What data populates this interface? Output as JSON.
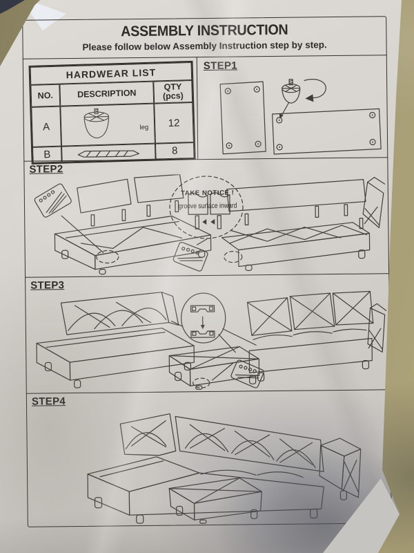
{
  "doc": {
    "title": "ASSEMBLY INSTRUCTION",
    "subtitle": "Please follow below Assembly Instruction step by step."
  },
  "hardware": {
    "title": "HARDWEAR LIST",
    "col_no": "NO.",
    "col_description": "DESCRIPTION",
    "col_qty_line1": "QTY",
    "col_qty_line2": "(pcs)",
    "rows": [
      {
        "no": "A",
        "item_label": "leg",
        "qty": "12",
        "icon": "sofa-leg-icon"
      },
      {
        "no": "B",
        "item_label": "",
        "qty": "8",
        "icon": "bolt-icon"
      }
    ]
  },
  "steps": {
    "step1": {
      "label": "STEP1"
    },
    "step2": {
      "label": "STEP2",
      "notice_title": "TAKE NOTICE !",
      "notice_text": "groove surface inward"
    },
    "step3": {
      "label": "STEP3"
    },
    "step4": {
      "label": "STEP4"
    }
  },
  "colors": {
    "paper": "#d7d4cf",
    "table_surface": "#988f6d",
    "ink": "#332f2b"
  }
}
